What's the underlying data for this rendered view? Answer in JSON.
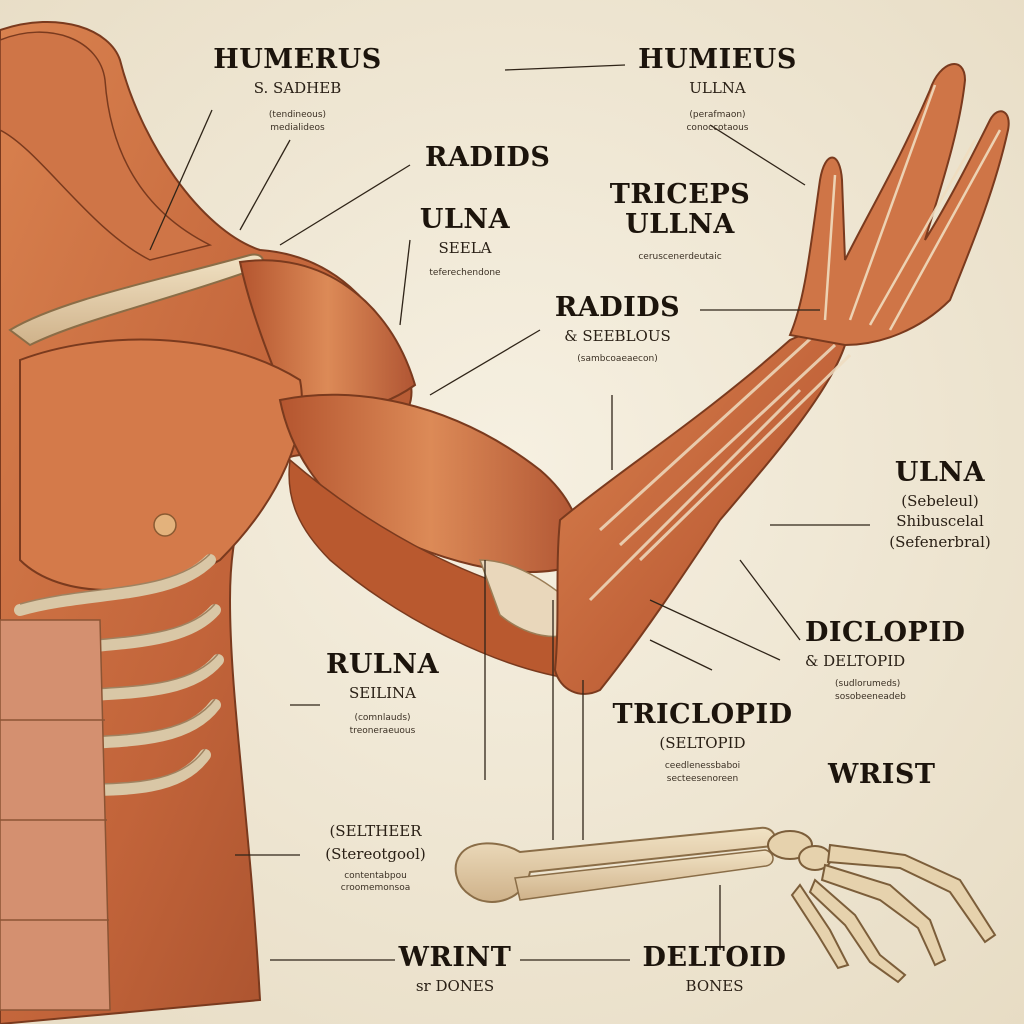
{
  "labels": {
    "humerus_top": {
      "title": "HUMERUS",
      "sub": "S. SADHEB",
      "fine": [
        "(tendineous)",
        "medialideos"
      ]
    },
    "humieus": {
      "title": "HUMIEUS",
      "sub": "ULLNA",
      "fine": [
        "(perafmaon)",
        "conoccotaous"
      ]
    },
    "radids_top": {
      "title": "RADIDS",
      "sub": "",
      "fine": []
    },
    "ulna_mid": {
      "title": "ULNA",
      "sub": "SEELA",
      "fine": [
        "teferechendone"
      ]
    },
    "triceps": {
      "title": "TRICEPS",
      "title2": "ULLNA",
      "sub": "",
      "fine": [
        "ceruscenerdeutaic"
      ]
    },
    "radids_mid": {
      "title": "RADIDS",
      "sub": "& SEEBLOUS",
      "fine": [
        "(sambcoaeaecon)"
      ]
    },
    "ulna_right": {
      "title": "ULNA",
      "sub": "(Sebeleul)",
      "fine": [
        "Shibuscelal",
        "(Sefenerbral)"
      ]
    },
    "diclopid": {
      "title": "DICLOPID",
      "sub": "& DELTOPID",
      "fine": [
        "(sudlorumeds)",
        "sosobeeneadeb"
      ]
    },
    "rulna": {
      "title": "RULNA",
      "sub": "SEILINA",
      "fine": [
        "(comnlauds)",
        "treoneraeuous"
      ]
    },
    "triclopid": {
      "title": "TRICLOPID",
      "sub": "(SELTOPID",
      "fine": [
        "ceedlenessbaboi",
        "secteesenoreen"
      ]
    },
    "wrist": {
      "title": "WRIST",
      "sub": "",
      "fine": []
    },
    "seltheer": {
      "title": "",
      "sub": "(SELTHEER",
      "sub2": "(Stereotgool)",
      "fine": [
        "contentabpou",
        "croomemonsoa"
      ]
    },
    "wrint": {
      "title": "WRINT",
      "sub": "sr  DONES",
      "fine": []
    },
    "deltoid": {
      "title": "DELTOID",
      "sub": "BONES",
      "fine": []
    }
  }
}
